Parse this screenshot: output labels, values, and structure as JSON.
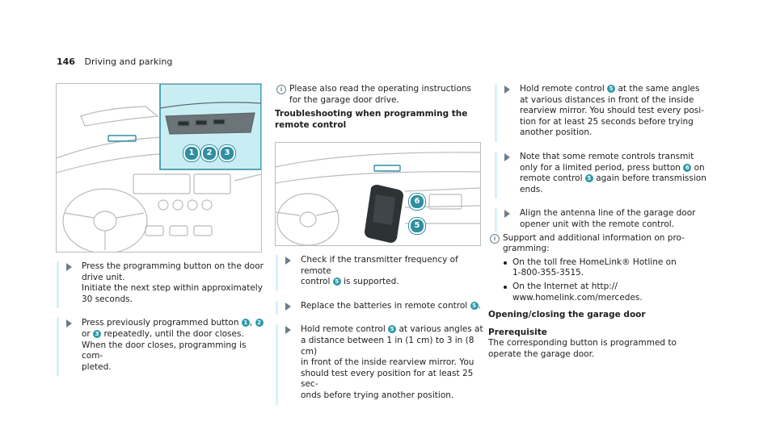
{
  "header": {
    "page_number": "146",
    "section": "Driving and parking"
  },
  "col1": {
    "image_callouts": [
      "1",
      "2",
      "3"
    ],
    "step1": {
      "line1": "Press the programming button on the door",
      "line2": "drive unit.",
      "line3": "Initiate the next step within approximately",
      "line4": "30 seconds."
    },
    "step2": {
      "a": "Press previously programmed button",
      "b1": "1",
      "b2": "2",
      "or": "or",
      "b3": "3",
      "c": "repeatedly, until the door closes.",
      "line3": "When the door closes, programming is com-",
      "line4": "pleted."
    }
  },
  "col2": {
    "note": {
      "line1": "Please also read the operating instructions",
      "line2": "for the garage door drive."
    },
    "heading": {
      "line1": "Troubleshooting when programming the",
      "line2": "remote control"
    },
    "image_callouts": [
      "6",
      "5"
    ],
    "step1": {
      "a": "Check if the transmitter frequency of remote",
      "b": "control",
      "n": "5",
      "c": "is supported."
    },
    "step2": {
      "a": "Replace the batteries in remote control",
      "n": "5",
      "c": "."
    },
    "step3": {
      "a": "Hold remote control",
      "n": "5",
      "c": "at various angles at",
      "line2": "a distance between 1 in (1 cm) to 3 in (8 cm)",
      "line3": "in front of the inside rearview mirror. You",
      "line4": "should test every position for at least 25 sec-",
      "line5": "onds before trying another position."
    }
  },
  "col3": {
    "step1": {
      "a": "Hold remote control",
      "n": "5",
      "c": "at the same angles",
      "line2": "at various distances in front of the inside",
      "line3": "rearview mirror. You should test every posi-",
      "line4": "tion for at least 25 seconds before trying",
      "line5": "another position."
    },
    "step2": {
      "line1": "Note that some remote controls transmit",
      "a": "only for a limited period, press button",
      "n1": "6",
      "b": "on",
      "c": "remote control",
      "n2": "5",
      "d": "again before transmission",
      "line4": "ends."
    },
    "step3": {
      "line1": "Align the antenna line of the garage door",
      "line2": "opener unit with the remote control."
    },
    "note": {
      "line1": "Support and additional information on pro-",
      "line2": "gramming:"
    },
    "bullets": [
      {
        "line1": "On the toll free HomeLink® Hotline on",
        "line2": "1-800-355-3515."
      },
      {
        "line1": "On the Internet at http://",
        "line2": "www.homelink.com/mercedes."
      }
    ],
    "heading": "Opening/closing the garage door",
    "subheading": "Prerequisite",
    "para": {
      "line1": "The corresponding button is programmed to",
      "line2": "operate the garage door."
    }
  },
  "colors": {
    "accent": "#2a9aa7",
    "highlight_bar": "#d7f2f6",
    "image_highlight": "#c8eef4",
    "arrow": "#6a7f8a"
  }
}
